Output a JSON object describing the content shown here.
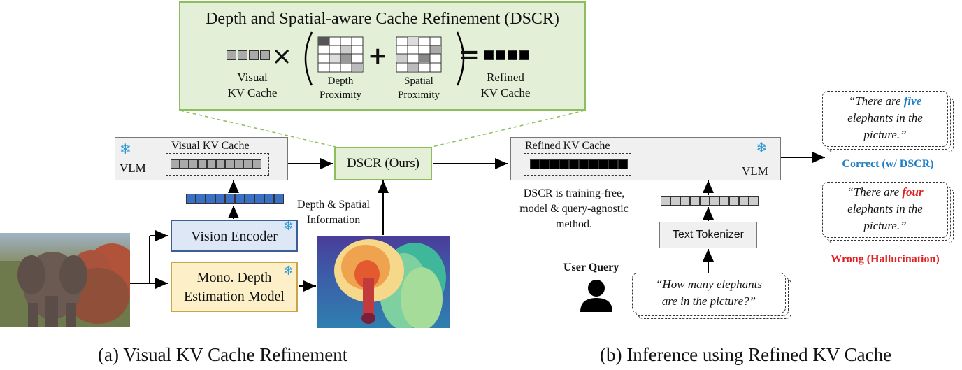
{
  "dscr_panel": {
    "title": "Depth and Spatial-aware Cache Refinement (DSCR)",
    "visual_label": [
      "Visual",
      "KV Cache"
    ],
    "times_sign": "×",
    "depth_label": [
      "Depth",
      "Proximity"
    ],
    "plus_sign": "+",
    "spatial_label": [
      "Spatial",
      "Proximity"
    ],
    "equals_sign": "=",
    "refined_label": [
      "Refined",
      "KV Cache"
    ]
  },
  "left": {
    "vlm_label": "VLM",
    "visual_kv_cache": "Visual KV Cache",
    "dscr_box": "DSCR (Ours)",
    "vision_encoder": "Vision Encoder",
    "depth_model": [
      "Mono. Depth",
      "Estimation Model"
    ],
    "depth_spatial_info": [
      "Depth & Spatial",
      "Information"
    ],
    "caption": "(a) Visual KV Cache Refinement"
  },
  "right": {
    "refined_kv_cache": "Refined KV Cache",
    "vlm_label": "VLM",
    "note": [
      "DSCR is training-free,",
      "model & query-agnostic",
      "method."
    ],
    "text_tokenizer": "Text Tokenizer",
    "user_query_label": "User Query",
    "query_text": [
      "“How many elephants",
      "are in the picture?”"
    ],
    "answer_correct": {
      "pre": "“There are ",
      "key": "five",
      "post1": "elephants in the",
      "post2": "picture.”"
    },
    "answer_wrong": {
      "pre": "“There are ",
      "key": "four",
      "post1": "elephants in the",
      "post2": "picture.”"
    },
    "correct_label": "Correct (w/ DSCR)",
    "wrong_label": "Wrong (Hallucination)",
    "caption": "(b) Inference using Refined KV Cache"
  },
  "colors": {
    "panel_green": "#e3efd6",
    "panel_border": "#8cbf5c",
    "encoder_blue": "#dde7f5",
    "depth_yellow": "#fdf0c8",
    "token_blue": "#3a6fc6",
    "correct_blue": "#1f7fc4",
    "wrong_red": "#e02020"
  },
  "icons": [
    "snowflake-icon",
    "user-icon",
    "elephant-photo",
    "depth-map-image"
  ]
}
